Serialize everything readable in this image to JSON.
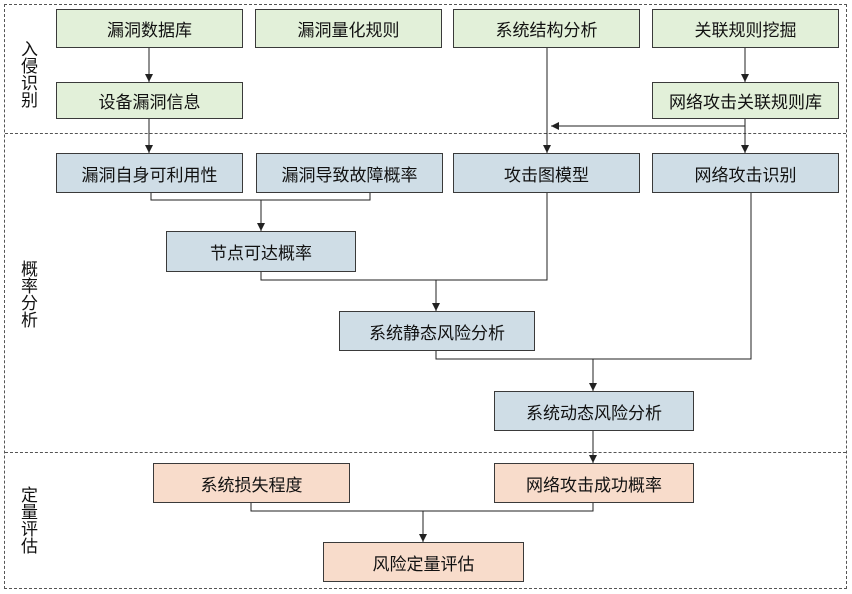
{
  "sections": {
    "intrusion": "入侵识别",
    "probability": "概率分析",
    "quantitative": "定量评估"
  },
  "nodes": {
    "vuln_db": "漏洞数据库",
    "vuln_quant_rules": "漏洞量化规则",
    "sys_structure": "系统结构分析",
    "assoc_mining": "关联规则挖掘",
    "device_vuln": "设备漏洞信息",
    "attack_rule_lib": "网络攻击关联规则库",
    "vuln_availability": "漏洞自身可利用性",
    "vuln_fault_prob": "漏洞导致故障概率",
    "attack_graph": "攻击图模型",
    "attack_recog": "网络攻击识别",
    "node_reach": "节点可达概率",
    "static_risk": "系统静态风险分析",
    "dynamic_risk": "系统动态风险分析",
    "loss_degree": "系统损失程度",
    "attack_success": "网络攻击成功概率",
    "risk_quant": "风险定量评估"
  },
  "colors": {
    "identification": "#e2f0d9",
    "analysis": "#cfdde6",
    "evaluation": "#f8dccb",
    "border": "#3a3a3a"
  }
}
